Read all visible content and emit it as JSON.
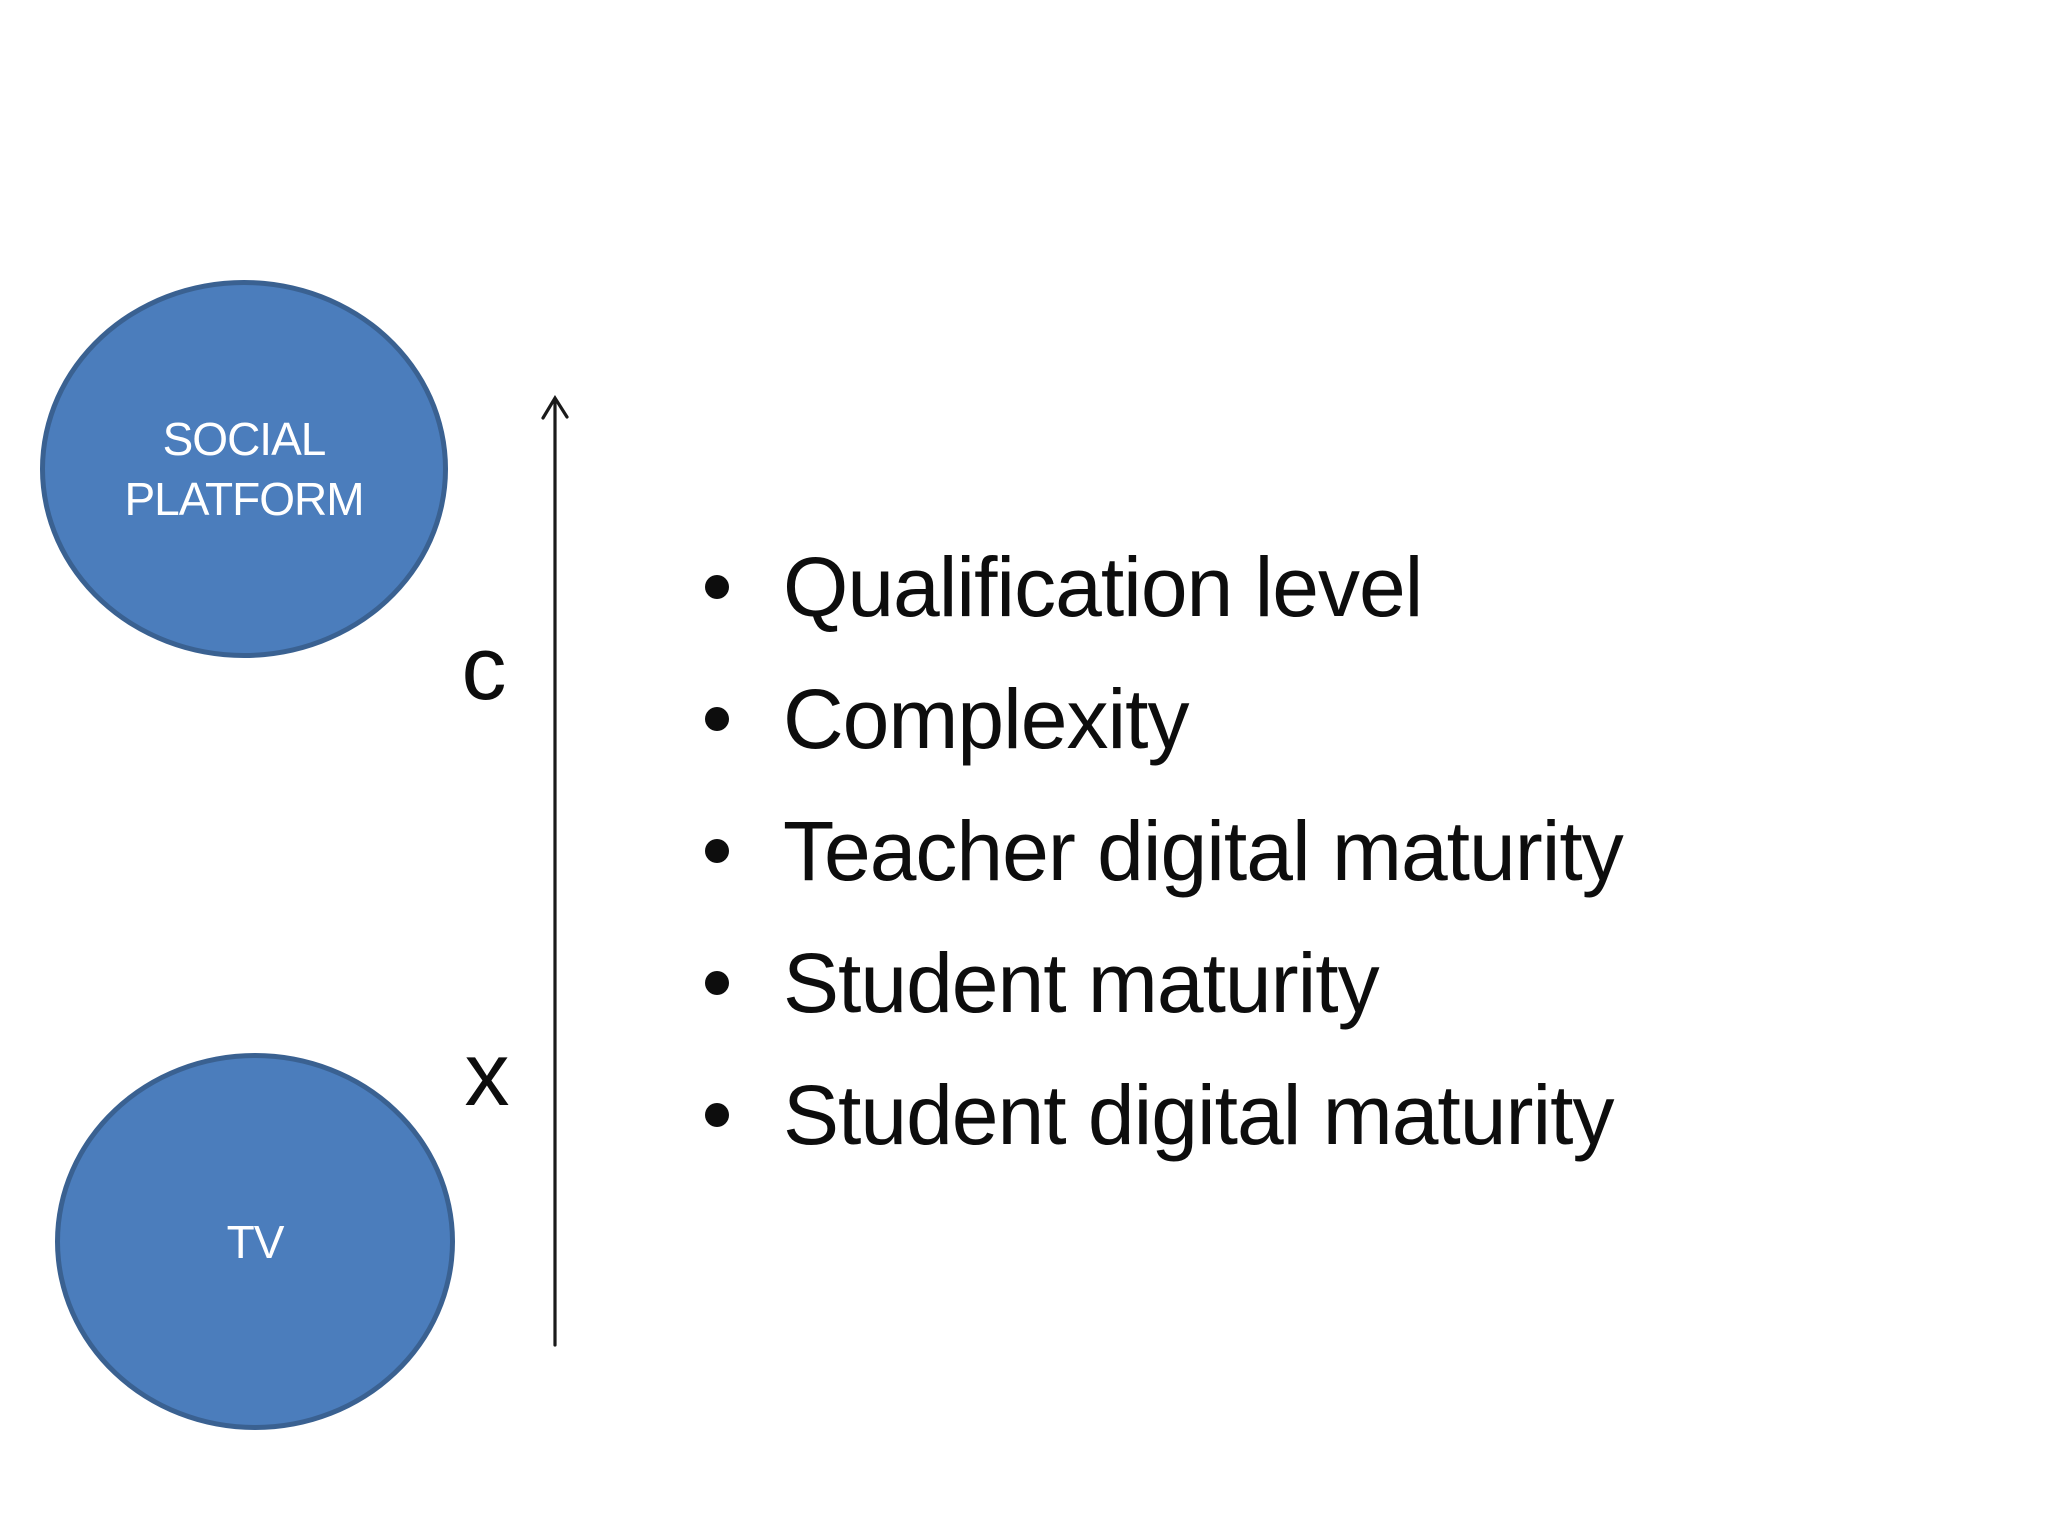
{
  "slide": {
    "type": "presentation-slide"
  },
  "colors": {
    "background": "#ffffff",
    "circle_fill": "#4b7dbc",
    "circle_border": "#3a6191",
    "circle_text": "#ffffff",
    "arrow": "#1a1a1a",
    "label_text": "#0d0d0d",
    "bullet_text": "#0d0d0d"
  },
  "diagram": {
    "circles": {
      "social_platform": {
        "label": "SOCIAL PLATFORM"
      },
      "tv": {
        "label": "TV"
      }
    },
    "axis": {
      "direction": "up",
      "upper_label": "c",
      "lower_label": "x"
    }
  },
  "bullets": {
    "items": [
      {
        "text": "Qualification level"
      },
      {
        "text": "Complexity"
      },
      {
        "text": "Teacher digital maturity"
      },
      {
        "text": "Student maturity"
      },
      {
        "text": "Student digital maturity"
      }
    ]
  }
}
